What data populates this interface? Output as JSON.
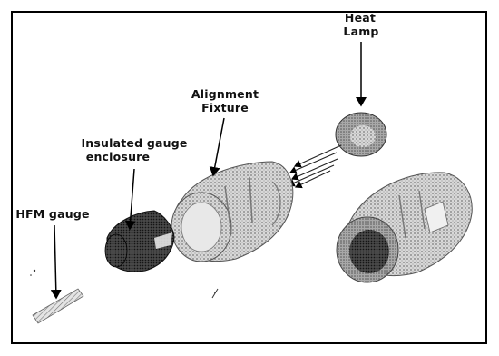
{
  "labels": {
    "heat_lamp_line1": "Heat",
    "heat_lamp_line2": "Lamp",
    "alignment_fixture_line1": "Alignment",
    "alignment_fixture_line2": "Fixture",
    "insulated_enclosure_line1": "Insulated gauge",
    "insulated_enclosure_line2": "enclosure",
    "hfm_gauge": "HFM gauge"
  },
  "colors": {
    "frame": "#000000",
    "background": "#ffffff",
    "dark_part": "#3a3a3a",
    "light_part": "#b4b4b4",
    "stipple": "#7a7a7a"
  }
}
